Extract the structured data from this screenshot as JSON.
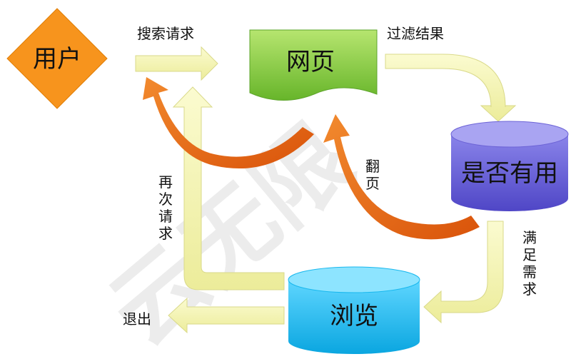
{
  "nodes": {
    "user": "用户",
    "webpage": "网页",
    "useful": "是否有用",
    "browse": "浏览"
  },
  "edges": {
    "search_request": "搜索请求",
    "filter_result": "过滤结果",
    "next_page": "翻页",
    "satisfy_need": "满足需求",
    "request_again": "再次请求",
    "exit": "退出"
  },
  "watermark": "云无限",
  "colors": {
    "user_node": "#f7941d",
    "webpage_node": "#7cc242",
    "useful_node": "#6c63d6",
    "browse_node": "#19b8ee",
    "pale_arrow": "#f5f5b0",
    "orange_arrow": "#e8620c"
  }
}
